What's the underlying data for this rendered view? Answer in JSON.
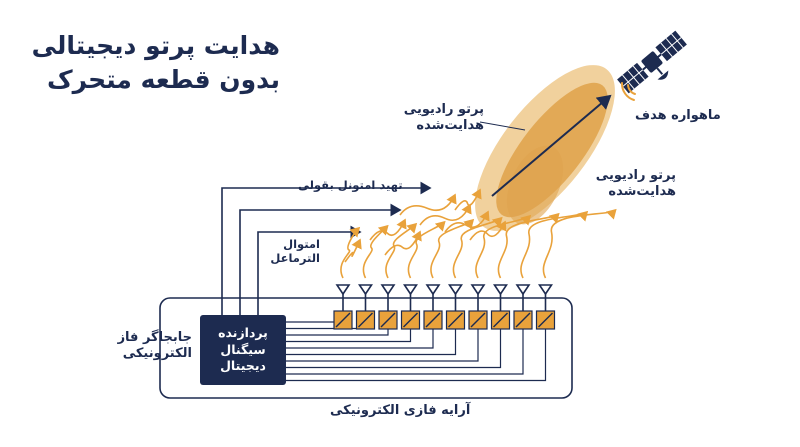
{
  "title": {
    "line1": "هدایت پرتو دیجیتالی",
    "line2": "بدون قطعه متحرک"
  },
  "labels": {
    "target_satellite": "ماهواره هدف",
    "steered_beam_left": [
      "پرتو رادیویی",
      "هدایت‌شده"
    ],
    "steered_beam_right": [
      "پرتو رادیویی",
      "هدایت‌شده"
    ],
    "destructive_interference": "تهید امتونل بقولی",
    "constructive_interference": [
      "امتوال",
      "الترماعل"
    ],
    "phase_shifter": [
      "جابجاگر فاز",
      "الکترونیکی"
    ],
    "processor": [
      "پردازنده",
      "سیگنال",
      "دیجیتال"
    ],
    "array": "آرایه فازی الکترونیکی"
  },
  "colors": {
    "navy": "#1d2b50",
    "orange": "#e9a23b",
    "beam_light": "#efc98c",
    "beam_dark": "#e0a44f",
    "element_fill": "#e9a23b"
  },
  "icons": [
    "satellite-icon",
    "signal-waves-icon",
    "antenna-icon"
  ],
  "antenna_count": 10
}
